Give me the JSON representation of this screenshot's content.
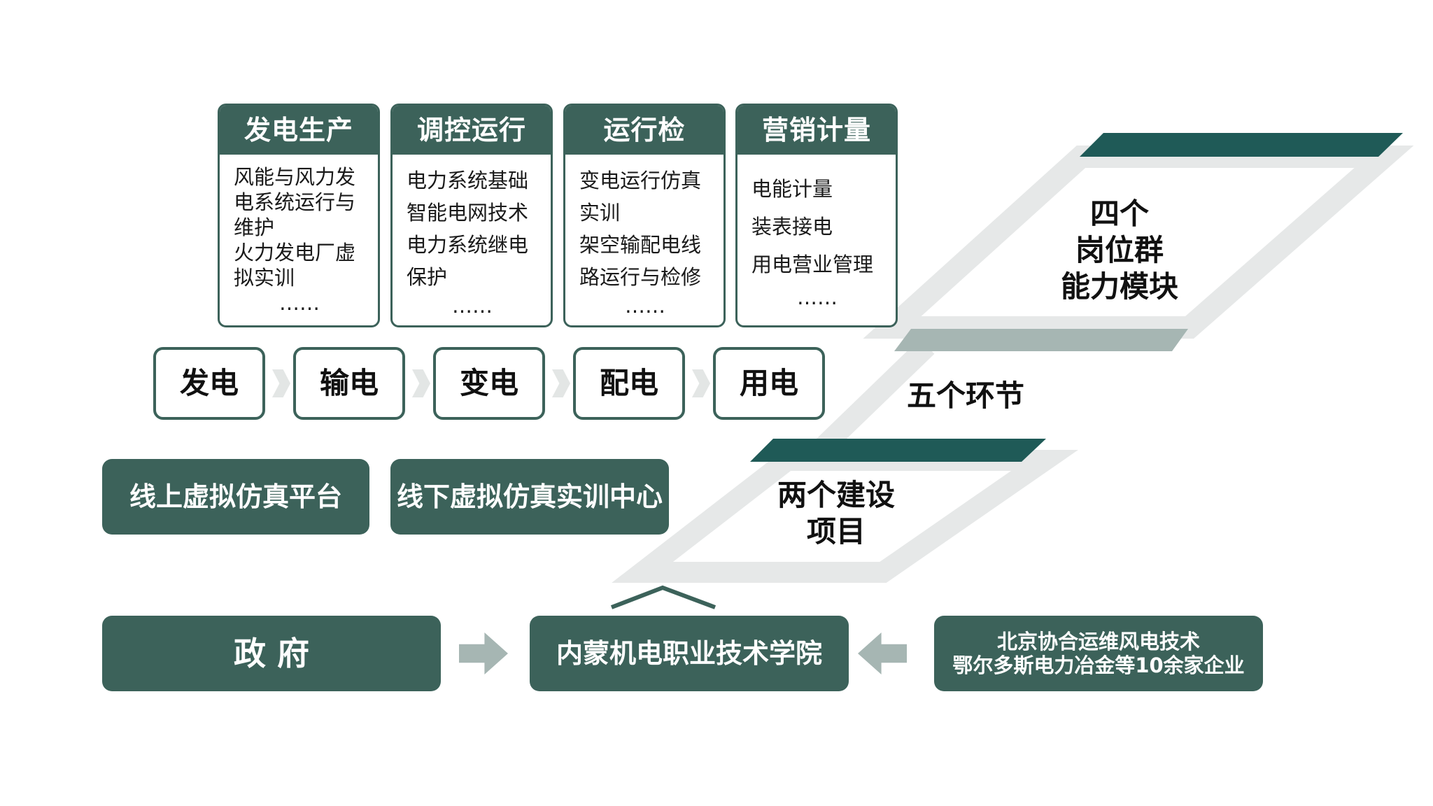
{
  "modules": [
    {
      "title": "发电生产",
      "lines": [
        "风能与风力发",
        "电系统运行与",
        "维护",
        "火力发电厂虚",
        "拟实训",
        "……"
      ]
    },
    {
      "title": "调控运行",
      "lines": [
        "电力系统基础",
        "智能电网技术",
        "电力系统继电",
        "保护",
        "……"
      ]
    },
    {
      "title": "运行检",
      "lines": [
        "变电运行仿真",
        "实训",
        "架空输配电线",
        "路运行与检修",
        "……"
      ]
    },
    {
      "title": "营销计量",
      "lines": [
        "电能计量",
        "装表接电",
        "用电营业管理",
        "……"
      ]
    }
  ],
  "links": [
    "发电",
    "输电",
    "变电",
    "配电",
    "用电"
  ],
  "platforms": {
    "online": "线上虚拟仿真平台",
    "offline": "线下虚拟仿真实训中心"
  },
  "bottom": {
    "government": "政 府",
    "college": "内蒙机电职业技术学院",
    "enterprise_line1": "北京协合运维风电技术",
    "enterprise_line2": "鄂尔多斯电力冶金等10余家企业"
  },
  "levels": {
    "top": [
      "四个",
      "岗位群",
      "能力模块"
    ],
    "middle": "五个环节",
    "bottom": [
      "两个建设",
      "项目"
    ]
  },
  "colors": {
    "primary": "#3c625a",
    "light_band": "#a6b6b3",
    "dark_band": "#1f5a57",
    "outline": "#e6e8e8"
  }
}
